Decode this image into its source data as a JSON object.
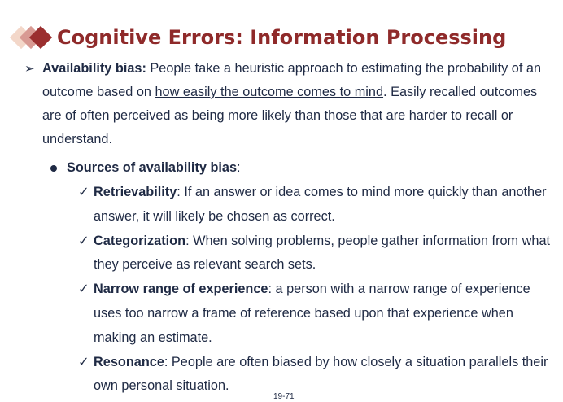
{
  "slide": {
    "title": "Cognitive Errors: Information Processing",
    "page_number": "19-71"
  },
  "level1": {
    "marker": "➢",
    "term": "Availability bias:",
    "text_before": " People take a heuristic approach to estimating the probability of an outcome based on ",
    "underlined": "how easily the outcome comes to mind",
    "text_after": ". Easily recalled outcomes are of often perceived as being more likely than those that are harder to recall or understand."
  },
  "level2": {
    "term": "Sources of availability bias",
    "suffix": ":"
  },
  "level3": {
    "marker": "✓",
    "items": [
      {
        "term": "Retrievability",
        "text": ": If an answer or idea comes to mind more quickly than another answer, it will likely be chosen as correct."
      },
      {
        "term": "Categorization",
        "text": ": When solving problems, people gather information from what they perceive as relevant search sets."
      },
      {
        "term": "Narrow range of experience",
        "text": ": a person with a narrow range of experience uses too narrow a frame of reference based upon that experience when making an estimate."
      },
      {
        "term": "Resonance",
        "text": ": People are often biased by how closely a situation parallels their own personal situation."
      }
    ]
  }
}
